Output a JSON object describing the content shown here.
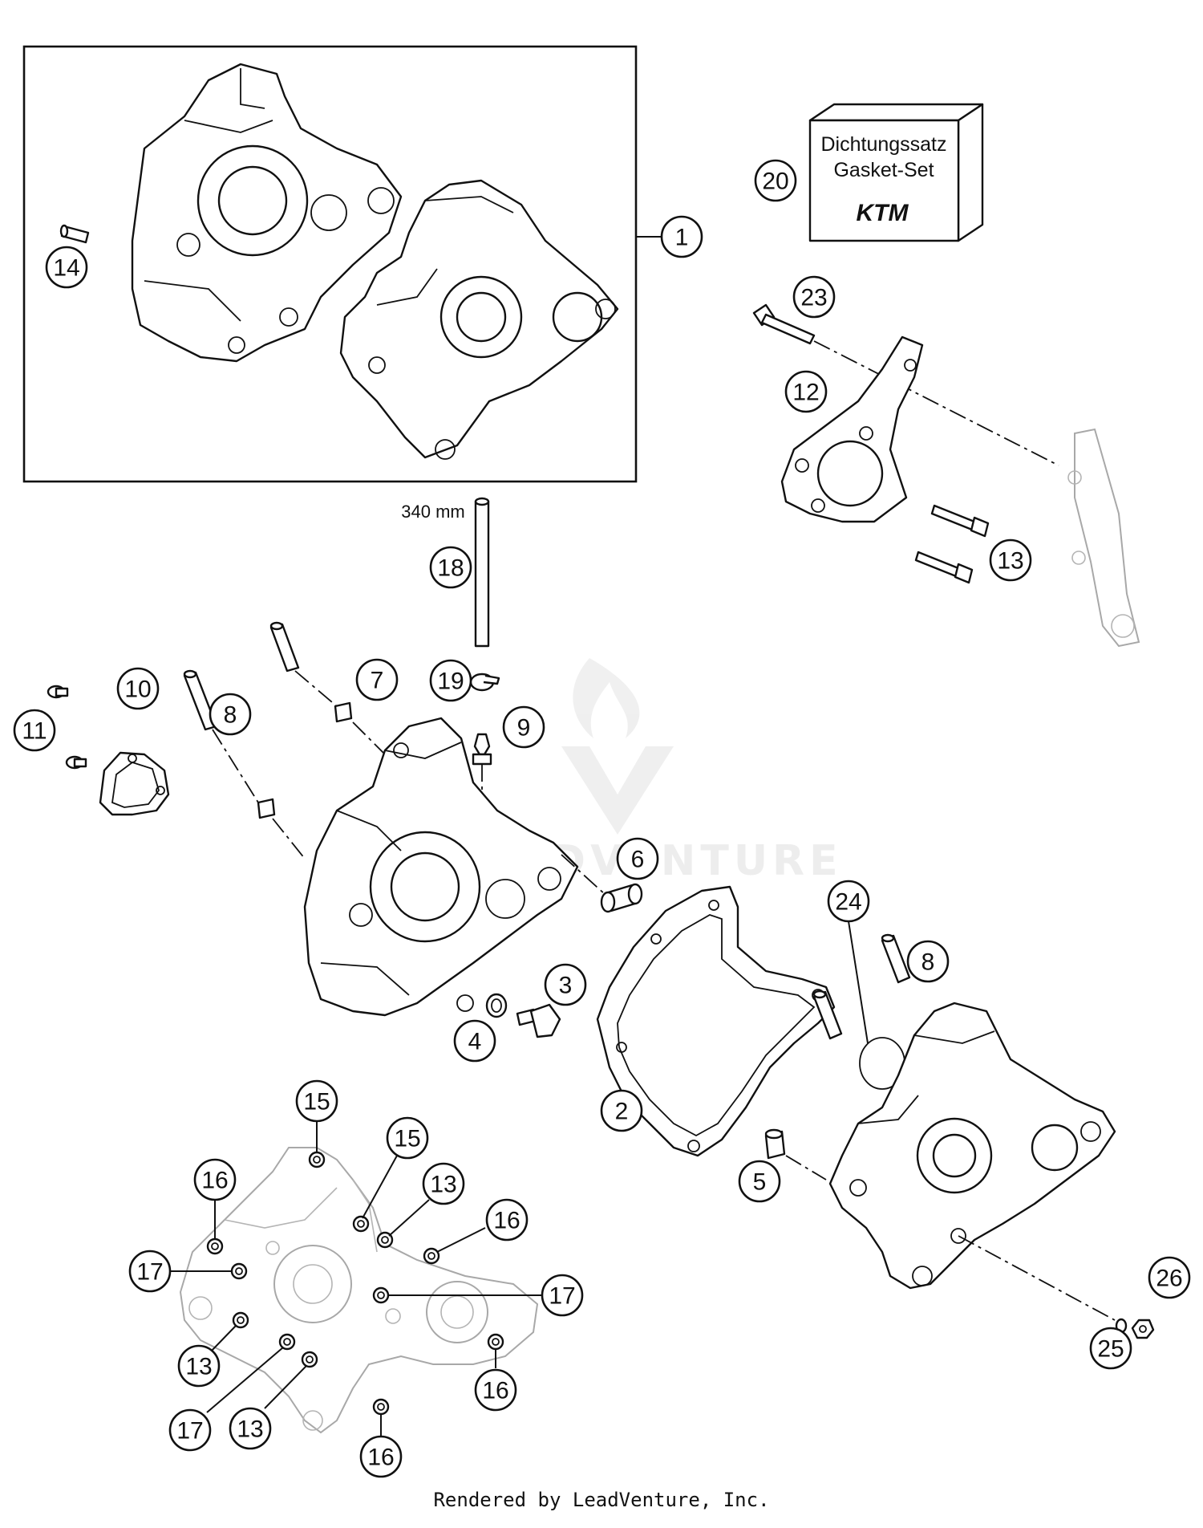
{
  "diagram": {
    "box_label": {
      "line1": "Dichtungssatz",
      "line2": "Gasket-Set",
      "brand": "KTM"
    },
    "hose_length": "340 mm",
    "footer": "Rendered by LeadVenture, Inc.",
    "watermark": "LEADVENTURE",
    "callouts": {
      "c1": "1",
      "c2": "2",
      "c3": "3",
      "c4": "4",
      "c5": "5",
      "c6": "6",
      "c7": "7",
      "c8a": "8",
      "c8b": "8",
      "c9": "9",
      "c10": "10",
      "c11": "11",
      "c12": "12",
      "c13a": "13",
      "c13b": "13",
      "c13c": "13",
      "c13d": "13",
      "c14": "14",
      "c15a": "15",
      "c15b": "15",
      "c16a": "16",
      "c16b": "16",
      "c16c": "16",
      "c16d": "16",
      "c17a": "17",
      "c17b": "17",
      "c17c": "17",
      "c18": "18",
      "c19": "19",
      "c20": "20",
      "c23": "23",
      "c24": "24",
      "c25": "25",
      "c26": "26"
    }
  }
}
